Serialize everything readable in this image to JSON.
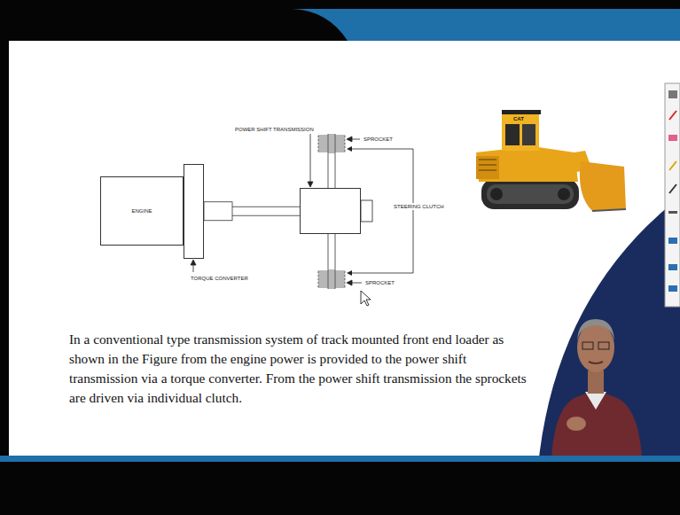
{
  "diagram": {
    "caption": "In a conventional type transmission system of track mounted front end loader as shown in the Figure from the engine power is provided to the power shift transmission via a torque converter. From the power shift transmission the sprockets are driven via individual clutch.",
    "nodes": [
      {
        "text": [
          "ENGINE"
        ]
      },
      {
        "text": [
          "TORQUE CONVERTER"
        ]
      },
      {
        "text": [
          "POWER SHIFT TRANSMISSION"
        ]
      },
      {
        "text": [
          "SPROCKET"
        ]
      },
      {
        "text": [
          "SPROCKET"
        ]
      }
    ],
    "edges": [
      {
        "from": 1,
        "to": 2,
        "arrow": "none"
      },
      {
        "from": 2,
        "to": 3,
        "arrow": "none"
      },
      {
        "from": 2,
        "to": 4,
        "arrow": "none"
      },
      {
        "from": 3,
        "to": 4,
        "arrow": "both",
        "label": "STEERING CLUTCH"
      }
    ],
    "labels": [
      "CAT"
    ]
  }
}
